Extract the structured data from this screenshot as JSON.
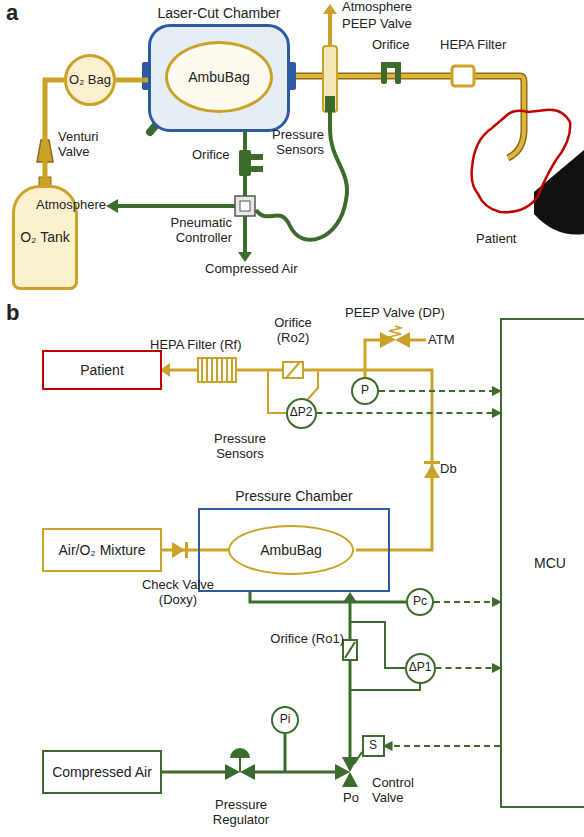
{
  "diagram": {
    "nodes": [
      {
        "text": [
          "Laser-Cut Chamber"
        ]
      },
      {
        "text": [
          "AmbuBag"
        ],
        "in": 0
      },
      {
        "text": [
          "O₂ Bag"
        ]
      },
      {
        "text": [
          "O₂ Tank"
        ]
      },
      {
        "text": [
          "Patient"
        ]
      },
      {
        "text": [
          "P"
        ]
      },
      {
        "text": [
          "ΔP2"
        ]
      },
      {
        "text": [
          "Pressure Chamber"
        ]
      },
      {
        "text": [
          "AmbuBag"
        ],
        "in": 7
      },
      {
        "text": [
          "Air/O₂ Mixture"
        ]
      },
      {
        "text": [
          "MCU"
        ]
      },
      {
        "text": [
          "Pc"
        ]
      },
      {
        "text": [
          "ΔP1"
        ]
      },
      {
        "text": [
          "Pi"
        ]
      },
      {
        "text": [
          "S"
        ]
      },
      {
        "text": [
          "Compressed Air"
        ]
      }
    ],
    "edges": [
      {
        "from": 3,
        "to": 2,
        "arrow": "none"
      },
      {
        "from": 2,
        "to": 0,
        "arrow": "none"
      },
      {
        "from": 9,
        "to": 8,
        "arrow": "none"
      },
      {
        "from": 5,
        "to": 10,
        "arrow": "to"
      },
      {
        "from": 6,
        "to": 10,
        "arrow": "to"
      },
      {
        "from": 11,
        "to": 10,
        "arrow": "to"
      },
      {
        "from": 12,
        "to": 10,
        "arrow": "to"
      },
      {
        "from": 10,
        "to": 14,
        "arrow": "to"
      }
    ],
    "labels": [
      "a",
      "Atmosphere",
      "PEEP Valve",
      "Orifice",
      "HEPA Filter",
      "Venturi Valve",
      "Orifice",
      "Pressure Sensors",
      "Atmosphere",
      "Pneumatic Controller",
      "Compressed Air",
      "Patient",
      "b",
      "HEPA Filter (Rf)",
      "Orifice (Ro2)",
      "PEEP Valve (DP)",
      "ATM",
      "Pressure Sensors",
      "Db",
      "Check Valve (Doxy)",
      "Orifice (Ro1)",
      "Pressure Regulator",
      "Control Valve",
      "Po"
    ]
  }
}
